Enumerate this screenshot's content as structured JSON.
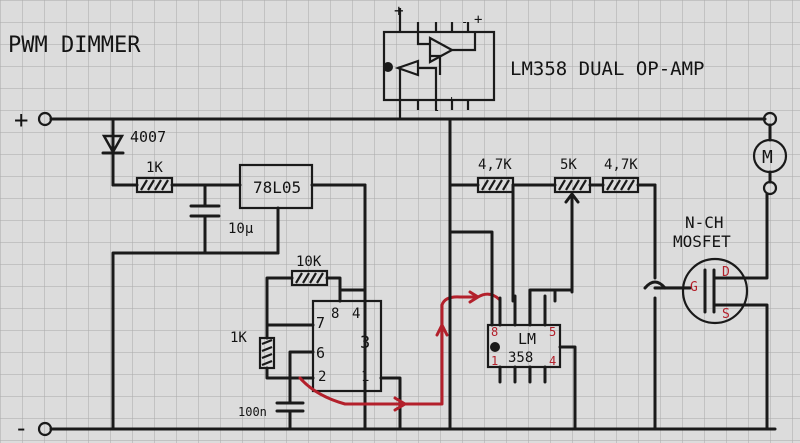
{
  "title": "PWM DIMMER",
  "ic_caption": "LM358 DUAL OP-AMP",
  "rails": {
    "positive": "+",
    "negative": "-"
  },
  "components": {
    "diode": "4007",
    "r_in": "1K",
    "regulator": "78L05",
    "cap_10u": "10µ",
    "r_10k": "10K",
    "r_1k": "1K",
    "cap_100n": "100n",
    "r_47k_a": "4,7K",
    "pot_5k": "5K",
    "r_47k_b": "4,7K",
    "motor": "M",
    "mosfet_label_1": "N-CH",
    "mosfet_label_2": "MOSFET",
    "mosfet_gate": "G",
    "mosfet_drain": "D",
    "mosfet_source": "S"
  },
  "timer_pins": {
    "p7": "7",
    "p8": "8",
    "p4": "4",
    "p6": "6",
    "p3": "3",
    "p2": "2",
    "p1": "1"
  },
  "opamp": {
    "name1": "LM",
    "name2": "358",
    "p8": "8",
    "p5": "5",
    "p1": "1",
    "p4": "4"
  },
  "pinout_marks": {
    "top_plus": "+",
    "top_minus": "-",
    "top_right_plus": "+",
    "bottom_minus": "-",
    "bottom_plus": "+"
  },
  "colors": {
    "ink": "#1a1a1a",
    "signal": "#b3202b",
    "grid": "#a9a9a9",
    "paper": "#dcdcdc"
  }
}
